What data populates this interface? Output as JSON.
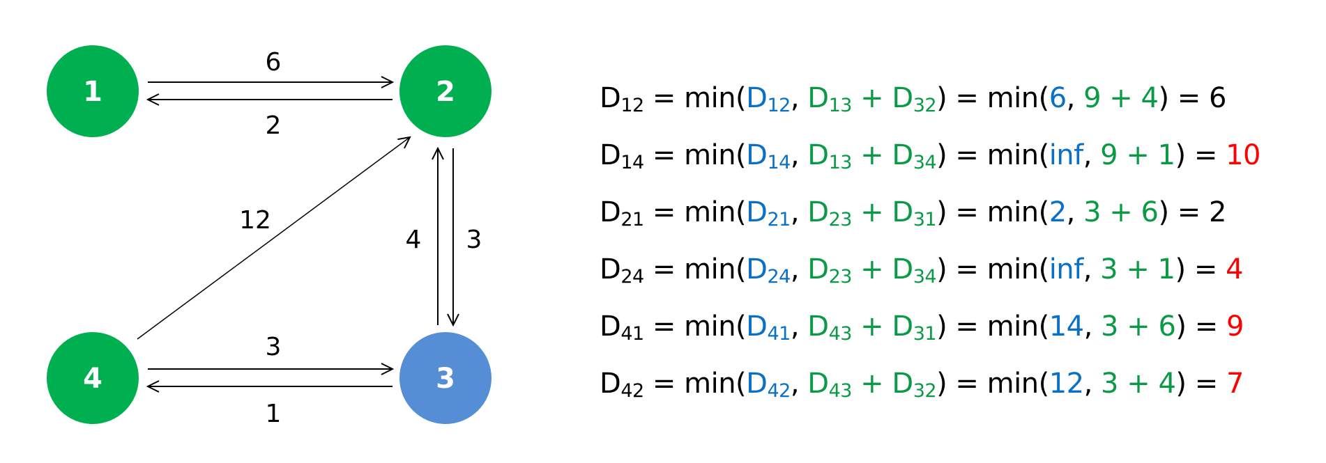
{
  "colors": {
    "node_default": "#00b050",
    "node_highlight": "#558ed5",
    "edge": "#000000",
    "term_current": "#0a70c6",
    "term_via": "#0a9a45",
    "result_updated": "#ff0000",
    "result_unchanged": "#000000"
  },
  "graph": {
    "intermediate_node": "3",
    "nodes": [
      {
        "id": "1",
        "label": "1",
        "highlight": false
      },
      {
        "id": "2",
        "label": "2",
        "highlight": false
      },
      {
        "id": "3",
        "label": "3",
        "highlight": true
      },
      {
        "id": "4",
        "label": "4",
        "highlight": false
      }
    ],
    "edges": [
      {
        "from": "1",
        "to": "2",
        "weight": "6"
      },
      {
        "from": "2",
        "to": "1",
        "weight": "2"
      },
      {
        "from": "4",
        "to": "2",
        "weight": "12"
      },
      {
        "from": "3",
        "to": "2",
        "weight": "4"
      },
      {
        "from": "2",
        "to": "3",
        "weight": "3"
      },
      {
        "from": "4",
        "to": "3",
        "weight": "3"
      },
      {
        "from": "3",
        "to": "4",
        "weight": "1"
      }
    ]
  },
  "equations": [
    {
      "target": "12",
      "via_a": "13",
      "via_b": "32",
      "current": "6",
      "sum_a": "9",
      "sum_b": "4",
      "result": "6",
      "updated": false
    },
    {
      "target": "14",
      "via_a": "13",
      "via_b": "34",
      "current": "inf",
      "sum_a": "9",
      "sum_b": "1",
      "result": "10",
      "updated": true
    },
    {
      "target": "21",
      "via_a": "23",
      "via_b": "31",
      "current": "2",
      "sum_a": "3",
      "sum_b": "6",
      "result": "2",
      "updated": false
    },
    {
      "target": "24",
      "via_a": "23",
      "via_b": "34",
      "current": "inf",
      "sum_a": "3",
      "sum_b": "1",
      "result": "4",
      "updated": true
    },
    {
      "target": "41",
      "via_a": "43",
      "via_b": "31",
      "current": "14",
      "sum_a": "3",
      "sum_b": "6",
      "result": "9",
      "updated": true
    },
    {
      "target": "42",
      "via_a": "43",
      "via_b": "32",
      "current": "12",
      "sum_a": "3",
      "sum_b": "4",
      "result": "7",
      "updated": true
    }
  ],
  "text": {
    "D": "D",
    "eq": " = ",
    "min_open": "min(",
    "comma": ", ",
    "plus": " + ",
    "close": ")"
  }
}
